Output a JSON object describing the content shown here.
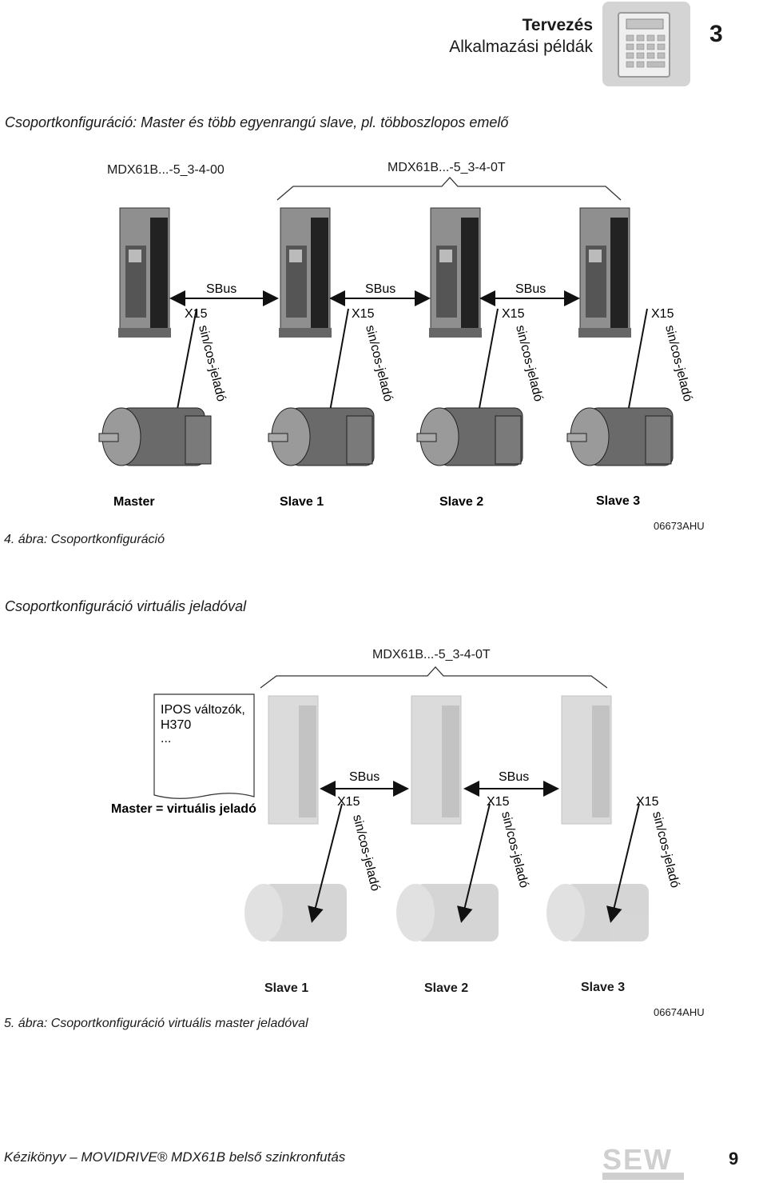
{
  "header": {
    "title": "Tervezés",
    "subtitle": "Alkalmazási példák",
    "chapter": "3",
    "icon": "calculator-icon"
  },
  "figure1": {
    "section_title": "Csoportkonfiguráció: Master és több egyenrangú slave, pl. többoszlopos emelő",
    "model_master": "MDX61B...-5_3-4-00",
    "model_slaves": "MDX61B...-5_3-4-0T",
    "bus_label": "SBus",
    "port_label": "X15",
    "encoder_label": "sin/cos-jeladó",
    "roles": [
      "Master",
      "Slave 1",
      "Slave 2",
      "Slave 3"
    ],
    "caption": "4. ábra:   Csoportkonfiguráció",
    "code": "06673AHU"
  },
  "figure2": {
    "section_title": "Csoportkonfiguráció virtuális jeladóval",
    "model_slaves": "MDX61B...-5_3-4-0T",
    "note_line1": "IPOS változók,",
    "note_line2": "H370",
    "note_line3": "...",
    "master_label": "Master = virtuális jeladó",
    "bus_label": "SBus",
    "port_label": "X15",
    "encoder_label": "sin/cos-jeladó",
    "roles": [
      "Slave 1",
      "Slave 2",
      "Slave 3"
    ],
    "caption": "5. ábra:   Csoportkonfiguráció virtuális master jeladóval",
    "code": "06674AHU"
  },
  "footer": {
    "text": "Kézikönyv – MOVIDRIVE® MDX61B belső szinkronfutás",
    "page": "9",
    "logo_text": "SEW EURODRIVE"
  }
}
